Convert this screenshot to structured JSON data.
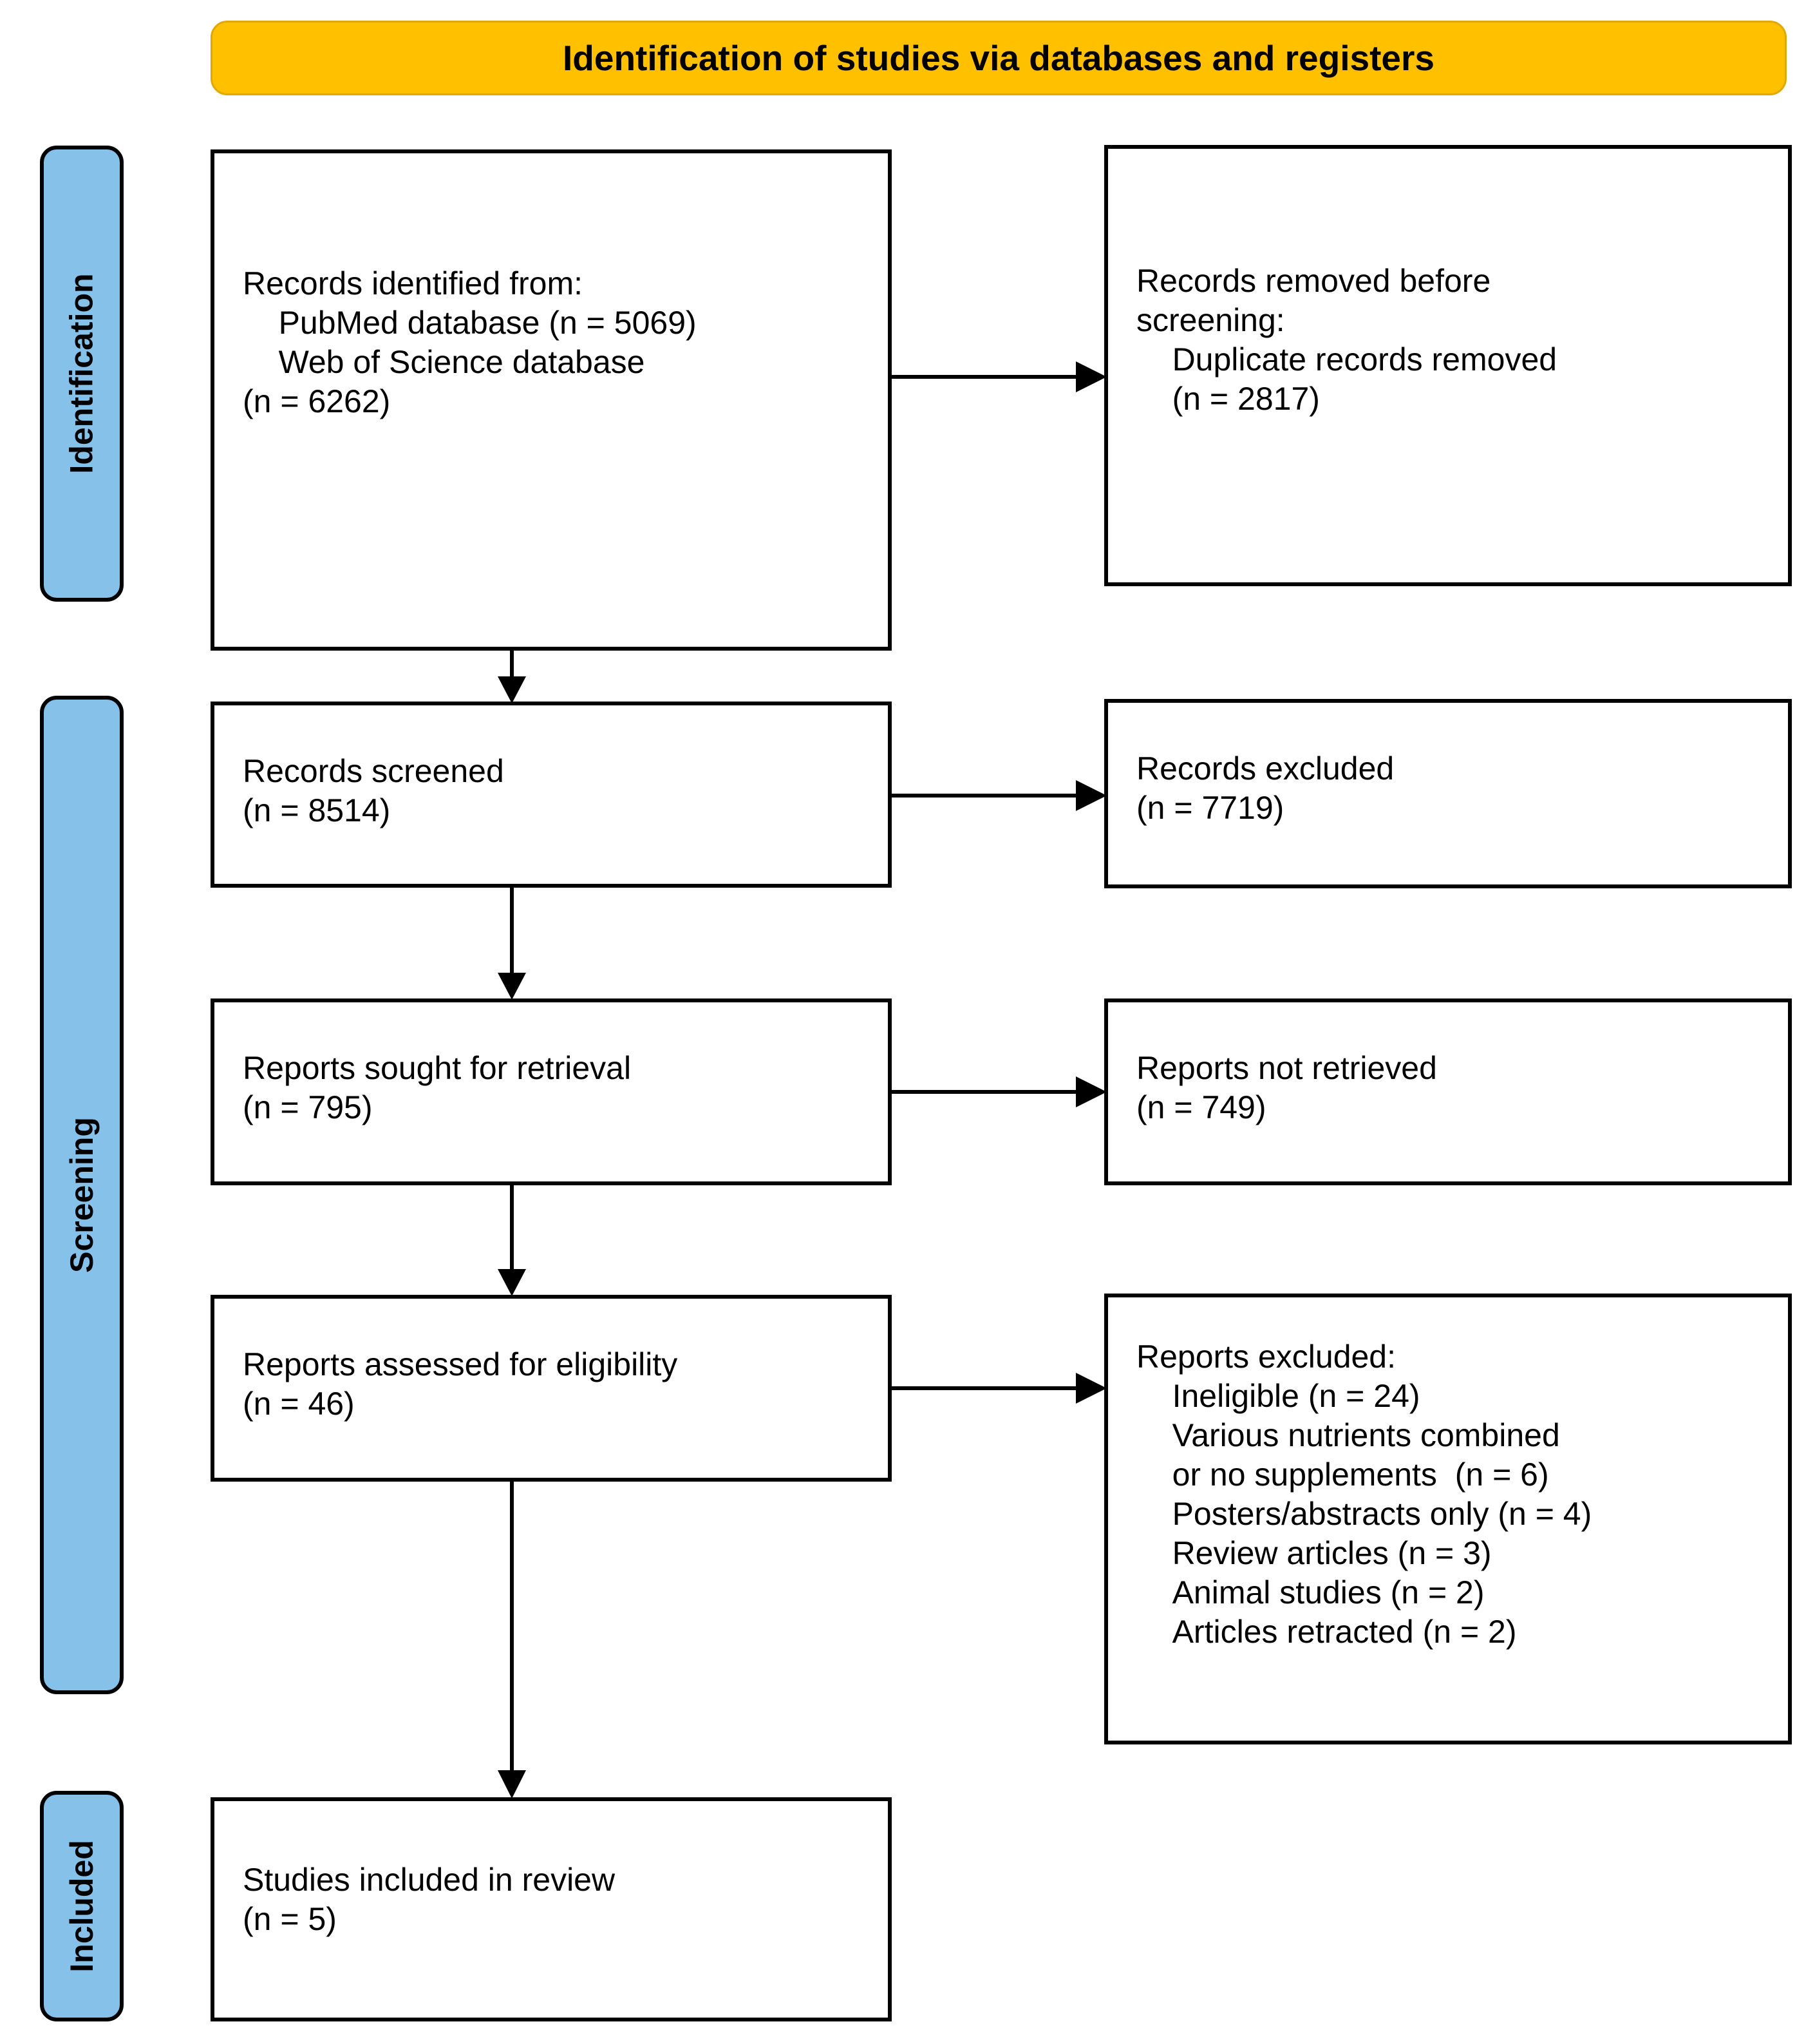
{
  "header": {
    "title": "Identification of studies via databases and registers",
    "color": "#FFC000"
  },
  "stages": {
    "color": "#86C1EA",
    "identification": "Identification",
    "screening": "Screening",
    "included": "Included"
  },
  "boxes": {
    "identified": {
      "lines": [
        "Records identified from:",
        "PubMed database (n = 5069)",
        "Web of Science database",
        "(n = 6262)"
      ],
      "text": "Records identified from:\n    PubMed database (n = 5069)\n    Web of Science database\n(n = 6262)"
    },
    "removed": {
      "lines": [
        "Records removed before",
        "screening:",
        "Duplicate records removed",
        "(n = 2817)"
      ],
      "text": "Records removed before\nscreening:\n    Duplicate records removed\n    (n = 2817)"
    },
    "screened": {
      "lines": [
        "Records screened",
        "(n = 8514)"
      ],
      "text": "Records screened\n(n = 8514)"
    },
    "excluded": {
      "lines": [
        "Records excluded",
        "(n = 7719)"
      ],
      "text": "Records excluded\n(n = 7719)"
    },
    "sought": {
      "lines": [
        "Reports sought for retrieval",
        "(n = 795)"
      ],
      "text": "Reports sought for retrieval\n(n = 795)"
    },
    "not_retrieved": {
      "lines": [
        "Reports not retrieved",
        "(n = 749)"
      ],
      "text": "Reports not retrieved\n(n = 749)"
    },
    "assessed": {
      "lines": [
        "Reports assessed for eligibility",
        "(n = 46)"
      ],
      "text": "Reports assessed for eligibility\n(n = 46)"
    },
    "reports_excluded": {
      "title": "Reports excluded:",
      "reasons": [
        "Ineligible (n = 24)",
        "Various nutrients combined",
        "or no supplements  (n = 6)",
        "Posters/abstracts only (n = 4)",
        "Review articles (n = 3)",
        "Animal studies (n = 2)",
        "Articles retracted (n = 2)"
      ],
      "text": "Reports excluded:\n    Ineligible (n = 24)\n    Various nutrients combined\n    or no supplements  (n = 6)\n    Posters/abstracts only (n = 4)\n    Review articles (n = 3)\n    Animal studies (n = 2)\n    Articles retracted (n = 2)"
    },
    "included": {
      "lines": [
        "Studies included in review",
        "(n = 5)"
      ],
      "text": "Studies included in review\n(n = 5)"
    }
  },
  "counts": {
    "pubmed": 5069,
    "web_of_science": 6262,
    "duplicates_removed": 2817,
    "records_screened": 8514,
    "records_excluded": 7719,
    "reports_sought": 795,
    "reports_not_retrieved": 749,
    "reports_assessed": 46,
    "excluded_ineligible": 24,
    "excluded_nutrients_combined": 6,
    "excluded_posters_abstracts": 4,
    "excluded_review_articles": 3,
    "excluded_animal_studies": 2,
    "excluded_retracted": 2,
    "studies_included": 5
  }
}
